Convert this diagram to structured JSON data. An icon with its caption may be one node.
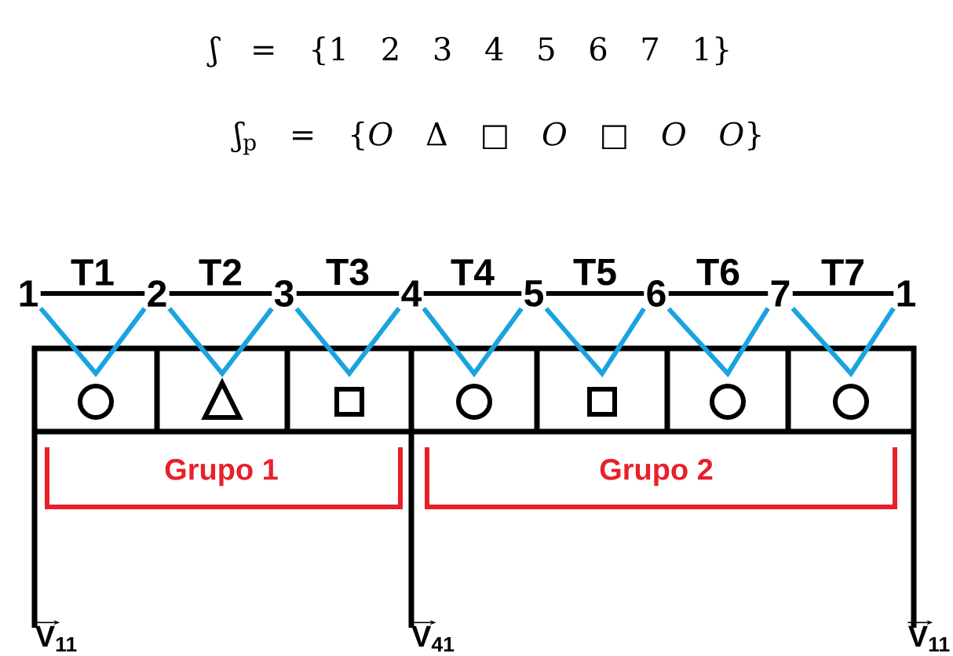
{
  "diagram": {
    "nodes": [
      {
        "text": [
          "1"
        ]
      },
      {
        "text": [
          "2"
        ]
      },
      {
        "text": [
          "3"
        ]
      },
      {
        "text": [
          "4"
        ]
      },
      {
        "text": [
          "5"
        ]
      },
      {
        "text": [
          "6"
        ]
      },
      {
        "text": [
          "7"
        ]
      },
      {
        "text": [
          "1"
        ]
      }
    ],
    "edges": [
      {
        "from": 0,
        "to": 1,
        "arrow": "none",
        "label": "T1"
      },
      {
        "from": 1,
        "to": 2,
        "arrow": "none",
        "label": "T2"
      },
      {
        "from": 2,
        "to": 3,
        "arrow": "none",
        "label": "T3"
      },
      {
        "from": 3,
        "to": 4,
        "arrow": "none",
        "label": "T4"
      },
      {
        "from": 4,
        "to": 5,
        "arrow": "none",
        "label": "T5"
      },
      {
        "from": 5,
        "to": 6,
        "arrow": "none",
        "label": "T6"
      },
      {
        "from": 6,
        "to": 7,
        "arrow": "none",
        "label": "T7"
      },
      {
        "from": 0,
        "to": 1,
        "arrow": "none",
        "color": "#1aa3e0"
      },
      {
        "from": 1,
        "to": 2,
        "arrow": "none",
        "color": "#1aa3e0"
      },
      {
        "from": 2,
        "to": 3,
        "arrow": "none",
        "color": "#1aa3e0"
      },
      {
        "from": 3,
        "to": 4,
        "arrow": "none",
        "color": "#1aa3e0"
      },
      {
        "from": 4,
        "to": 5,
        "arrow": "none",
        "color": "#1aa3e0"
      },
      {
        "from": 5,
        "to": 6,
        "arrow": "none",
        "color": "#1aa3e0"
      },
      {
        "from": 6,
        "to": 7,
        "arrow": "none",
        "color": "#1aa3e0"
      }
    ],
    "labels": [
      "ʃ = {1 2 3 4 5 6 7 1}",
      "ʃ$_{p}$ = {*O* Δ □ *O* □ *O* *O*}",
      "Grupo 1",
      "Grupo 2",
      "V$_{11}$",
      "V$_{41}$",
      "V$_{11}$"
    ]
  }
}
